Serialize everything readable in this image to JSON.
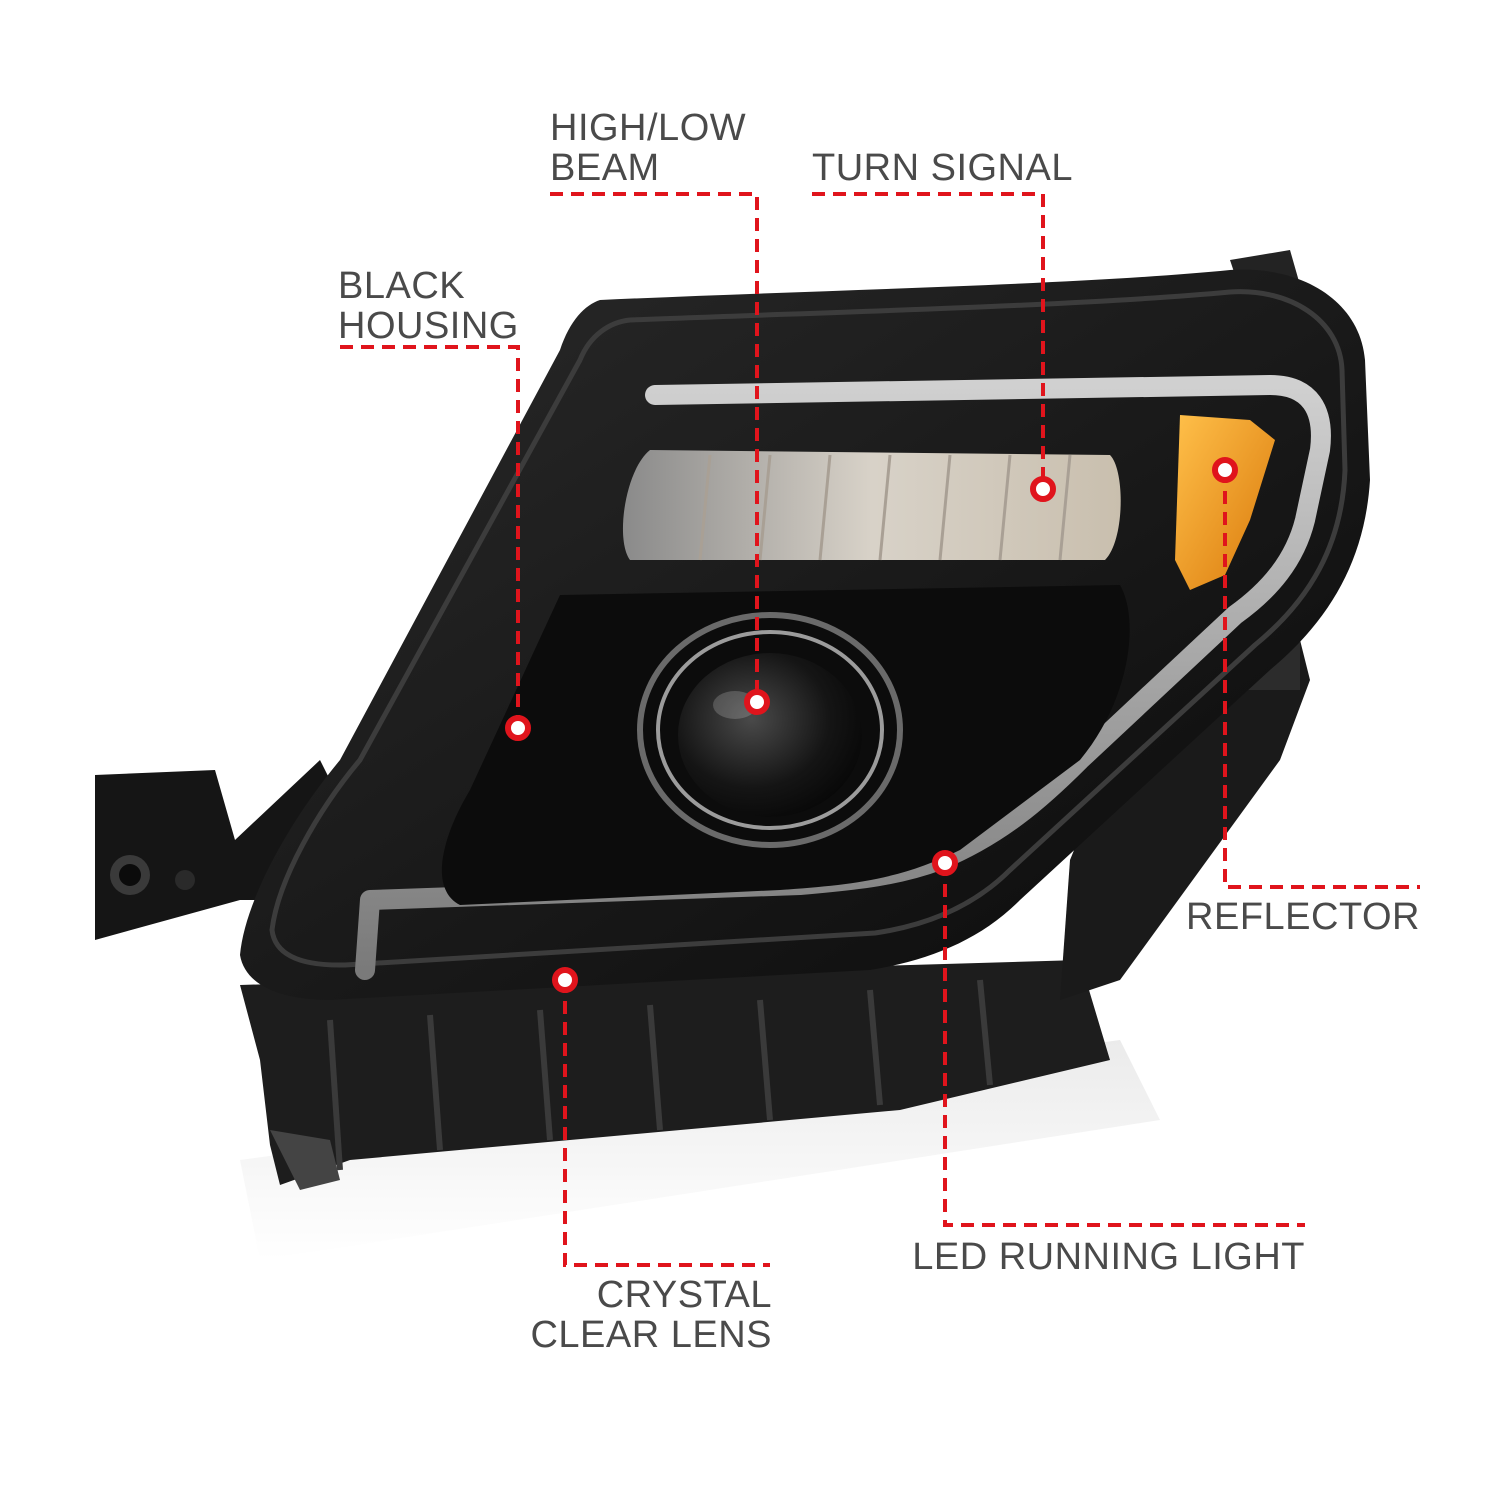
{
  "image_title": "",
  "colors": {
    "callout_red": "#e0141c",
    "label_gray": "#4a4a4a",
    "housing_black": "#141414",
    "amber": "#f29a16"
  },
  "callouts": {
    "black_housing": {
      "lines": [
        "BLACK",
        "HOUSING"
      ]
    },
    "high_low_beam": {
      "lines": [
        "HIGH/LOW",
        "BEAM"
      ]
    },
    "turn_signal": {
      "lines": [
        "TURN SIGNAL"
      ]
    },
    "reflector": {
      "lines": [
        "REFLECTOR"
      ]
    },
    "led_running_light": {
      "lines": [
        "LED RUNNING LIGHT"
      ]
    },
    "crystal_clear_lens": {
      "lines": [
        "CRYSTAL",
        "CLEAR LENS"
      ]
    }
  }
}
